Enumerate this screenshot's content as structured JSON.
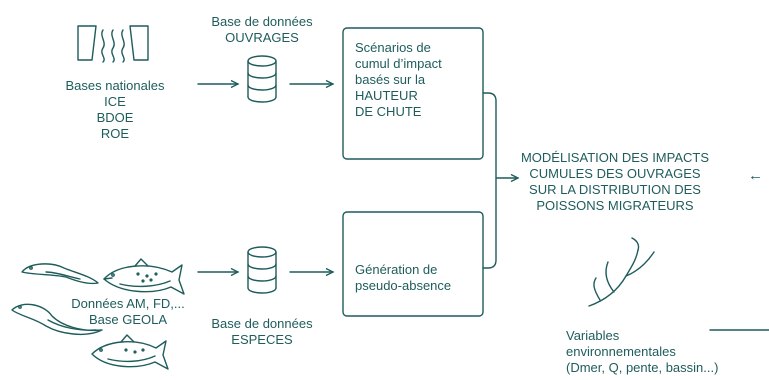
{
  "colors": {
    "primary": "#1f5c5c",
    "background": "#ffffff"
  },
  "icons": [
    "dam-icon",
    "database-icon",
    "database-icon",
    "eel-icon",
    "fish-icon",
    "eel-icon",
    "fish-icon",
    "river-network-icon"
  ],
  "sources": {
    "national_label": "Bases nationales",
    "national_items": [
      "ICE",
      "BDOE",
      "ROE"
    ],
    "species_lines": [
      "Données AM, FD,...",
      "Base GEOLA"
    ]
  },
  "databases": {
    "ouvrages": [
      "Base de données",
      "OUVRAGES"
    ],
    "especes": [
      "Base de données",
      "ESPECES"
    ]
  },
  "process": {
    "scenarios": [
      "Scénarios de",
      "cumul d’impact",
      "basés sur la",
      "HAUTEUR",
      "DE CHUTE"
    ],
    "pseudo_absence": [
      "Génération de",
      "pseudo-absence"
    ]
  },
  "output": {
    "lines": [
      "MODÉLISATION DES IMPACTS",
      "CUMULES DES OUVRAGES",
      "SUR LA DISTRIBUTION DES",
      "POISSONS MIGRATEURS"
    ],
    "arrow_glyph": "←"
  },
  "env": {
    "lines": [
      "Variables",
      "environnementales",
      "(Dmer, Q, pente, bassin...)"
    ]
  }
}
